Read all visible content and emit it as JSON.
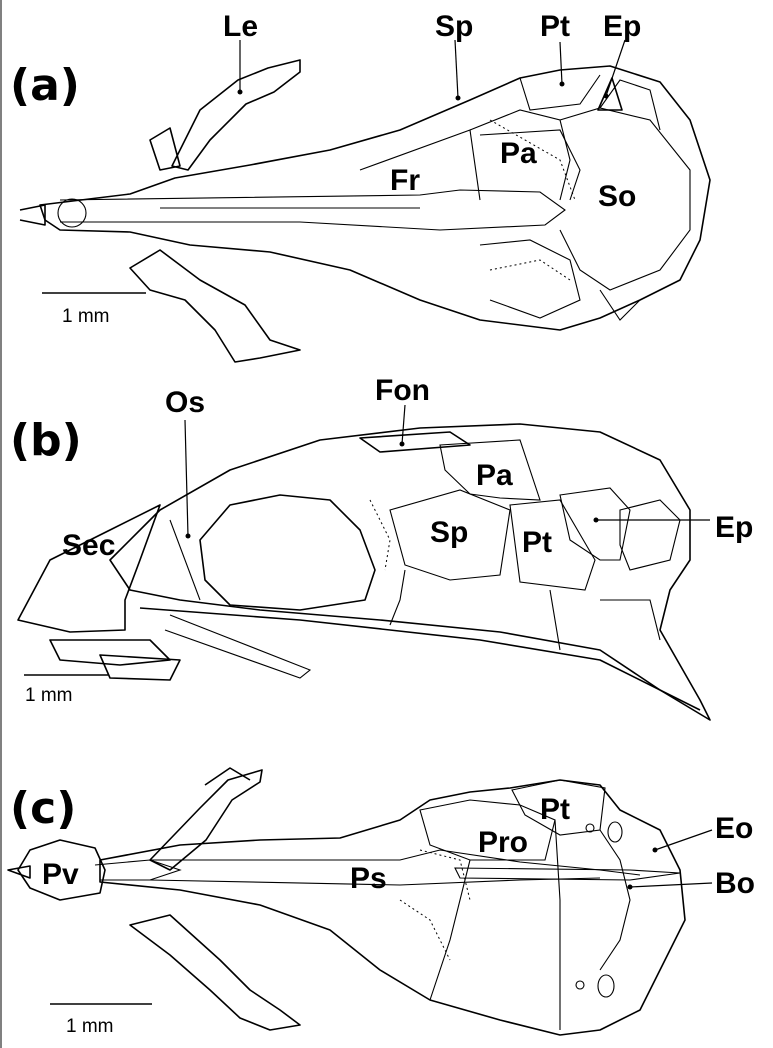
{
  "panels": [
    {
      "label": "(a)",
      "scale": "1 mm",
      "labels": {
        "le": "Le",
        "sp": "Sp",
        "pt": "Pt",
        "ep": "Ep",
        "fr": "Fr",
        "pa": "Pa",
        "so": "So"
      }
    },
    {
      "label": "(b)",
      "scale": "1 mm",
      "labels": {
        "os": "Os",
        "fon": "Fon",
        "pa": "Pa",
        "sp": "Sp",
        "pt": "Pt",
        "ep": "Ep",
        "sec": "Sec"
      }
    },
    {
      "label": "(c)",
      "scale": "1 mm",
      "labels": {
        "pt": "Pt",
        "pro": "Pro",
        "eo": "Eo",
        "pv": "Pv",
        "ps": "Ps",
        "bo": "Bo"
      }
    }
  ]
}
